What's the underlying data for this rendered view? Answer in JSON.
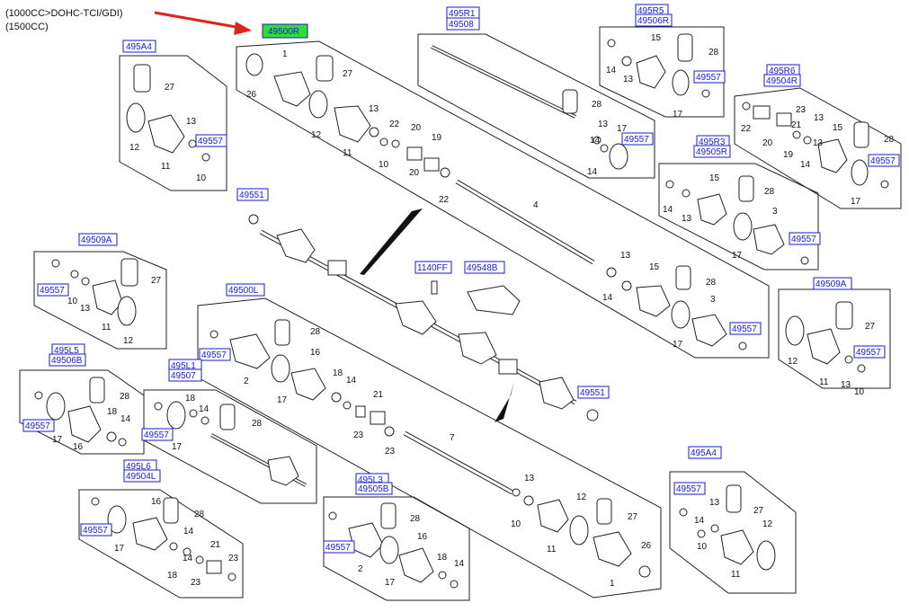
{
  "header": {
    "line1": "(1000CC>DOHC-TCI/GDI)",
    "line2": "(1500CC)"
  },
  "codes": {
    "c495A4_left": "495A4",
    "c49500R": "49500R",
    "c495R1": "495R1",
    "c49508": "49508",
    "c495R5": "495R5",
    "c49506R": "49506R",
    "c495R6": "495R6",
    "c49504R": "49504R",
    "c495R3": "495R3",
    "c49505R": "49505R",
    "c49551_top": "49551",
    "c49551_bottom": "49551",
    "c49509A_left": "49509A",
    "c49509A_right": "49509A",
    "c1140FF": "1140FF",
    "c49548B": "49548B",
    "c49500L": "49500L",
    "c495L5": "495L5",
    "c49506B": "49506B",
    "c495L1": "495L1",
    "c49507": "49507",
    "c495L6": "495L6",
    "c49504L": "49504L",
    "c495L3": "495L3",
    "c49505B": "49505B",
    "c495A4_right": "495A4",
    "c49557": "49557"
  },
  "nums": {
    "n1": "1",
    "n2": "2",
    "n3": "3",
    "n4": "4",
    "n7": "7",
    "n10": "10",
    "n11": "11",
    "n12": "12",
    "n13": "13",
    "n14": "14",
    "n15": "15",
    "n16": "16",
    "n17": "17",
    "n18": "18",
    "n19": "19",
    "n20": "20",
    "n21": "21",
    "n22": "22",
    "n23": "23",
    "n26": "26",
    "n27": "27",
    "n28": "28"
  },
  "colors": {
    "highlight": "#33dd33",
    "arrow": "#e0241c",
    "code_text": "#1a1ad6"
  }
}
